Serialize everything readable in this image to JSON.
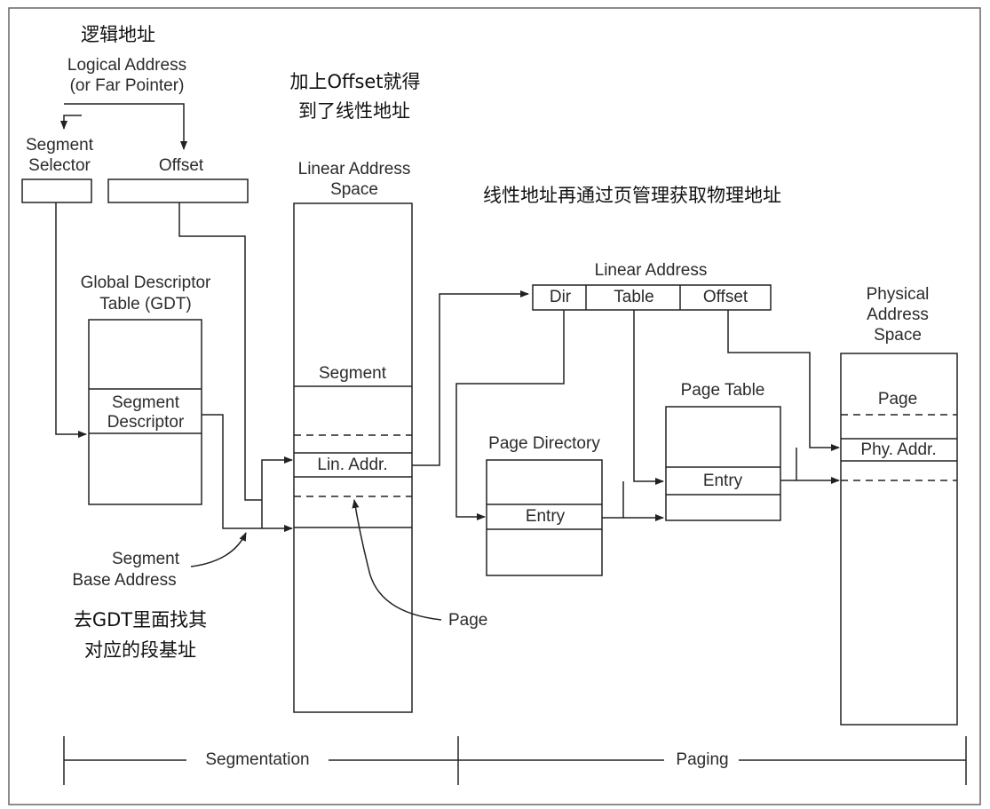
{
  "annotations": {
    "logical_cn": "逻辑地址",
    "offset_cn_1": "加上Offset就得",
    "offset_cn_2": "到了线性地址",
    "paging_cn": "线性地址再通过页管理获取物理地址",
    "gdt_cn_1": "去GDT里面找其",
    "gdt_cn_2": "对应的段基址"
  },
  "labels": {
    "logical_1": "Logical Address",
    "logical_2": "(or Far Pointer)",
    "seg_sel_1": "Segment",
    "seg_sel_2": "Selector",
    "offset": "Offset",
    "gdt_1": "Global Descriptor",
    "gdt_2": "Table (GDT)",
    "seg_desc_1": "Segment",
    "seg_desc_2": "Descriptor",
    "seg_base_1": "Segment",
    "seg_base_2": "Base Address",
    "las_1": "Linear Address",
    "las_2": "Space",
    "segment": "Segment",
    "lin_addr": "Lin. Addr.",
    "page_pointer": "Page",
    "linear_address": "Linear Address",
    "dir": "Dir",
    "table": "Table",
    "offset2": "Offset",
    "page_directory": "Page Directory",
    "entry_dir": "Entry",
    "page_table": "Page Table",
    "entry_table": "Entry",
    "pas_1": "Physical",
    "pas_2": "Address",
    "pas_3": "Space",
    "page": "Page",
    "phy_addr": "Phy. Addr.",
    "segmentation": "Segmentation",
    "paging": "Paging"
  }
}
